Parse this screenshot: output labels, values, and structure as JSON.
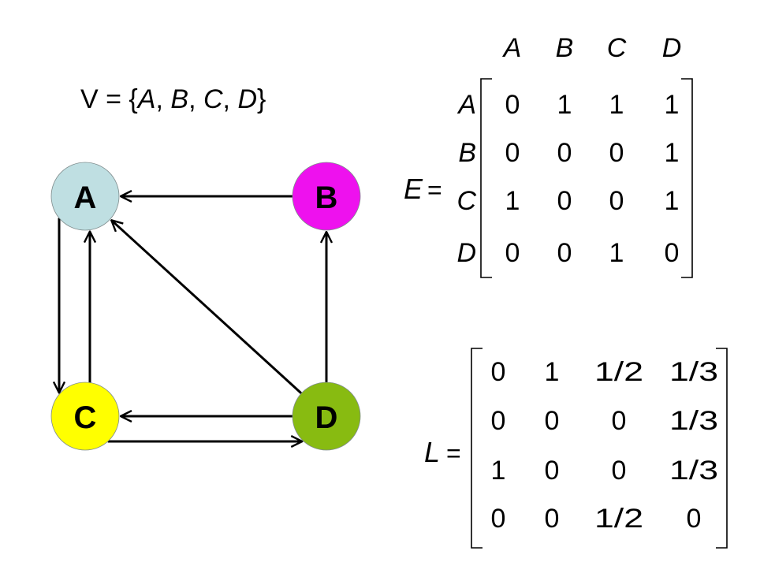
{
  "vertex_set": {
    "prefix": "V = {",
    "items": [
      "A",
      "B",
      "C",
      "D"
    ],
    "separator": ", ",
    "suffix": "}"
  },
  "graph": {
    "vertices": [
      {
        "id": "A",
        "label": "A",
        "fill": "#bfdfe2"
      },
      {
        "id": "B",
        "label": "B",
        "fill": "#ee11ee"
      },
      {
        "id": "C",
        "label": "C",
        "fill": "#ffff00"
      },
      {
        "id": "D",
        "label": "D",
        "fill": "#88bb11"
      }
    ],
    "edges": [
      {
        "from": "B",
        "to": "A"
      },
      {
        "from": "A",
        "to": "C"
      },
      {
        "from": "C",
        "to": "A"
      },
      {
        "from": "D",
        "to": "A"
      },
      {
        "from": "D",
        "to": "B"
      },
      {
        "from": "D",
        "to": "C"
      },
      {
        "from": "C",
        "to": "D"
      }
    ]
  },
  "matrix_E": {
    "name": "E",
    "equals": "=",
    "col_headers": [
      "A",
      "B",
      "C",
      "D"
    ],
    "row_headers": [
      "A",
      "B",
      "C",
      "D"
    ],
    "rows": [
      [
        "0",
        "1",
        "1",
        "1"
      ],
      [
        "0",
        "0",
        "0",
        "1"
      ],
      [
        "1",
        "0",
        "0",
        "1"
      ],
      [
        "0",
        "0",
        "1",
        "0"
      ]
    ]
  },
  "matrix_L": {
    "name": "L",
    "equals": "=",
    "rows": [
      [
        "0",
        "1",
        "1/2",
        "1/3"
      ],
      [
        "0",
        "0",
        "0",
        "1/3"
      ],
      [
        "1",
        "0",
        "0",
        "1/3"
      ],
      [
        "0",
        "0",
        "1/2",
        "0"
      ]
    ]
  }
}
